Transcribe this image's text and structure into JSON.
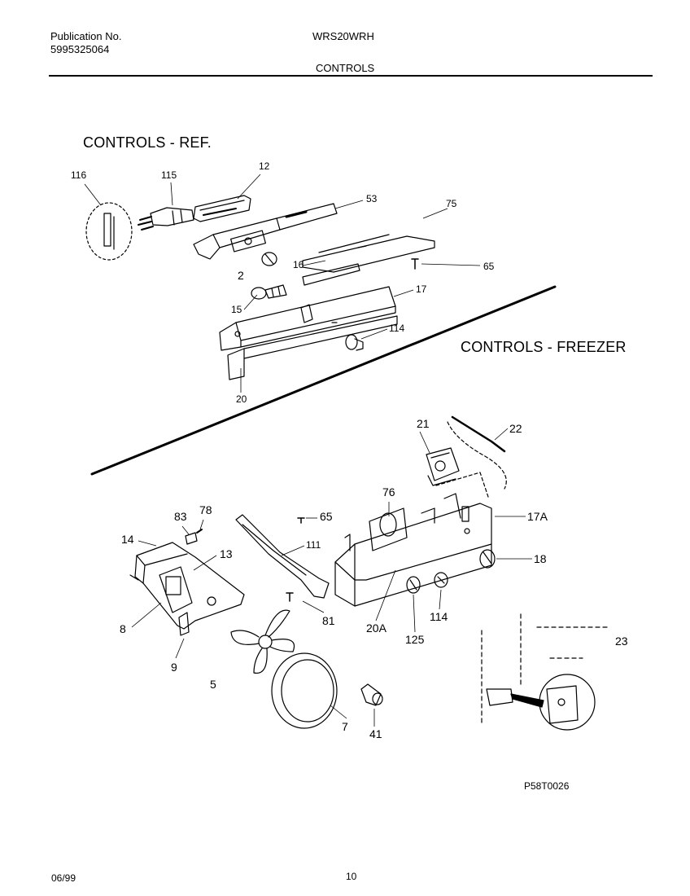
{
  "header": {
    "publication_label": "Publication No.",
    "publication_number": "5995325064",
    "model": "WRS20WRH",
    "section": "CONTROLS"
  },
  "sections": {
    "ref_title": "CONTROLS - REF.",
    "freezer_title": "CONTROLS - FREEZER"
  },
  "callouts": {
    "c116": "116",
    "c115": "115",
    "c12": "12",
    "c53": "53",
    "c75": "75",
    "c2": "2",
    "c16": "16",
    "c65a": "65",
    "c17": "17",
    "c15": "15",
    "c114a": "114",
    "c20": "20",
    "c21": "21",
    "c22": "22",
    "c76": "76",
    "c83": "83",
    "c78": "78",
    "c65b": "65",
    "c17a": "17A",
    "c14": "14",
    "c111": "111",
    "c13": "13",
    "c18": "18",
    "c8": "8",
    "c81": "81",
    "c20a": "20A",
    "c114b": "114",
    "c125": "125",
    "c23": "23",
    "c9": "9",
    "c5": "5",
    "c7": "7",
    "c41": "41"
  },
  "drawing_code": "P58T0026",
  "footer": {
    "date": "06/99",
    "page": "10"
  }
}
